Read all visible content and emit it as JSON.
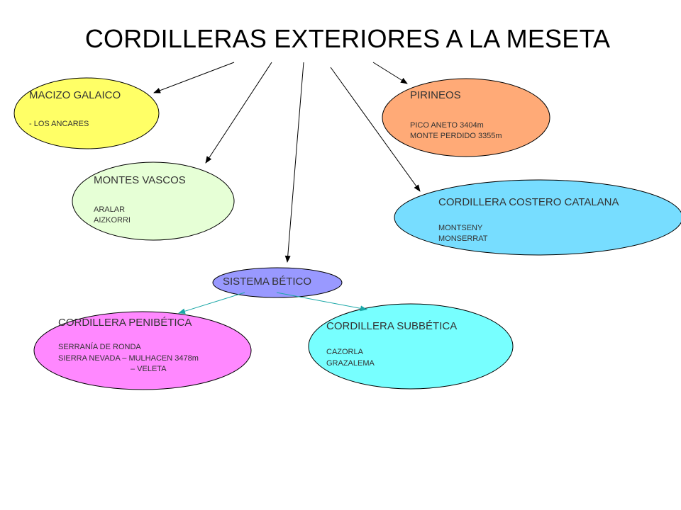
{
  "title": "CORDILLERAS EXTERIORES A LA MESETA",
  "nodes": {
    "macizo_galaico": {
      "label": "MACIZO GALAICO",
      "items": [
        "- LOS ANCARES"
      ],
      "color": "#ffff66"
    },
    "pirineos": {
      "label": "PIRINEOS",
      "items": [
        "PICO ANETO  3404m",
        "MONTE  PERDIDO  3355m"
      ],
      "color": "#ffaa77"
    },
    "montes_vascos": {
      "label": "MONTES VASCOS",
      "items": [
        "ARALAR",
        "AIZKORRI"
      ],
      "color": "#e6ffd6"
    },
    "costero_catalana": {
      "label": "CORDILLERA COSTERO CATALANA",
      "items": [
        "MONTSENY",
        "MONSERRAT"
      ],
      "color": "#77ddff"
    },
    "sistema_betico": {
      "label": "SISTEMA BÉTICO",
      "items": [],
      "color": "#9999ff"
    },
    "penibetica": {
      "label": "CORDILLERA PENIBÉTICA",
      "items": [
        "SERRANÍA  DE RONDA",
        "SIERRA  NEVADA – MULHACEN  3478m",
        "– VELETA"
      ],
      "color": "#ff88ff"
    },
    "subbetica": {
      "label": "CORDILLERA SUBBÉTICA",
      "items": [
        "CAZORLA",
        "GRAZALEMA"
      ],
      "color": "#77ffff"
    }
  }
}
